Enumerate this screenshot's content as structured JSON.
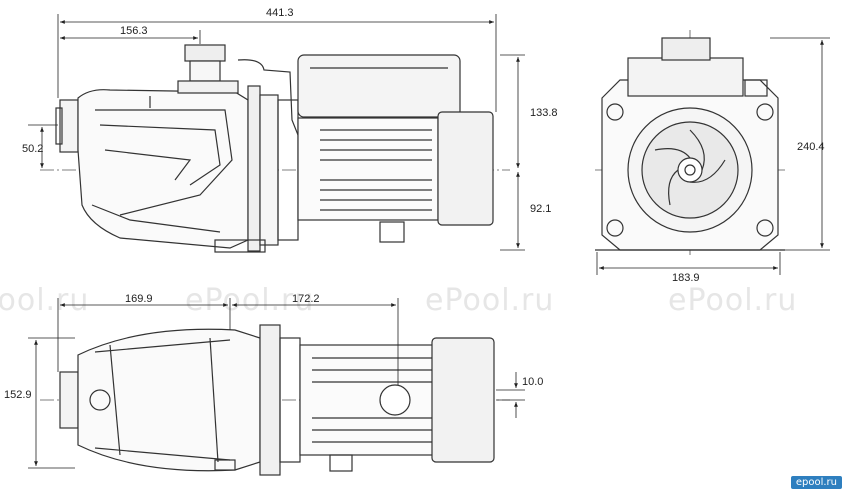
{
  "dimensions": {
    "overall_length": "441.3",
    "suction_to_inlet": "156.3",
    "top_height": "133.8",
    "inlet_axis": "50.2",
    "bottom_height": "92.1",
    "front_height": "240.4",
    "front_width": "183.9",
    "top_left_length": "169.9",
    "top_mid_length": "172.2",
    "plan_width": "152.9",
    "plan_offset": "10.0"
  },
  "watermarks": [
    "ePool.ru",
    "ePool.ru",
    "ePool.ru",
    "ePool.ru"
  ],
  "logo": "epool.ru"
}
